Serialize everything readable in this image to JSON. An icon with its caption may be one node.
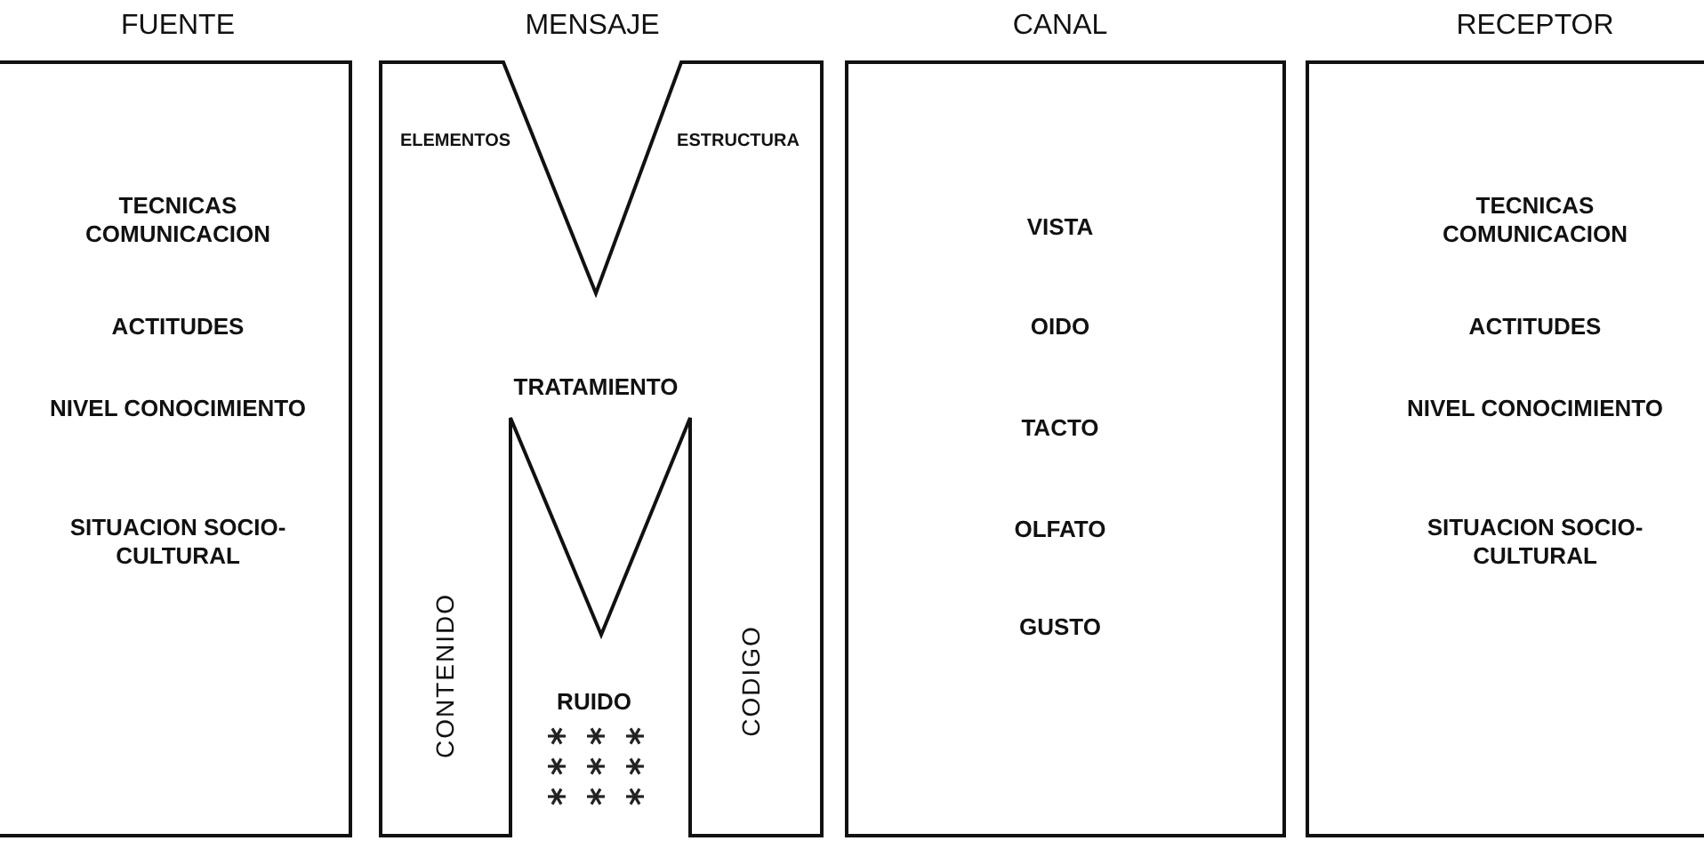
{
  "diagram": {
    "nodes": [
      {
        "text": [
          "FUENTE",
          "TECNICAS COMUNICACION",
          "ACTITUDES",
          "NIVEL CONOCIMIENTO",
          "SITUACION SOCIO-CULTURAL"
        ]
      },
      {
        "text": [
          "MENSAJE",
          "ELEMENTOS",
          "ESTRUCTURA",
          "TRATAMIENTO",
          "CONTENIDO",
          "RUIDO",
          "CODIGO"
        ]
      },
      {
        "text": [
          "CANAL",
          "VISTA",
          "OIDO",
          "TACTO",
          "OLFATO",
          "GUSTO"
        ]
      },
      {
        "text": [
          "RECEPTOR",
          "TECNICAS COMUNICACION",
          "ACTITUDES",
          "NIVEL CONOCIMIENTO",
          "SITUACION SOCIO-CULTURAL"
        ]
      }
    ],
    "edges": []
  }
}
